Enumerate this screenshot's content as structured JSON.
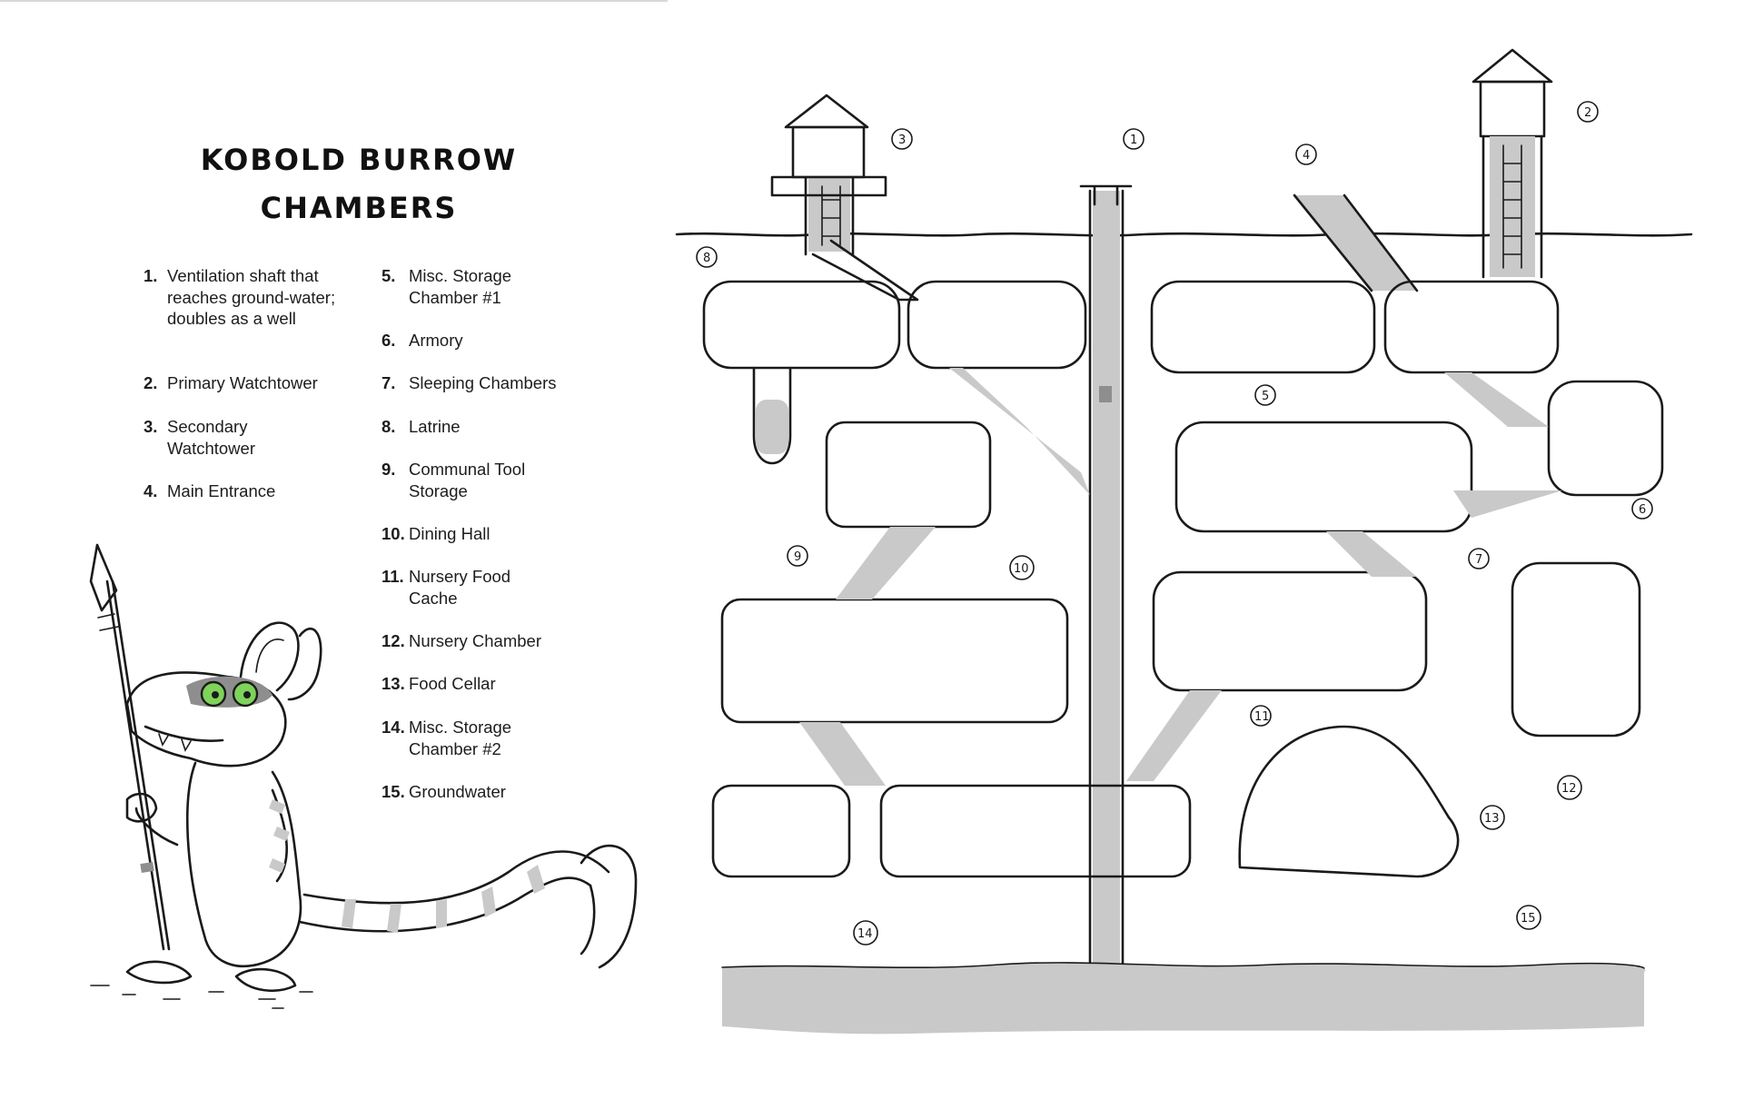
{
  "title": {
    "line1": "KOBOLD BURROW",
    "line2": "CHAMBERS"
  },
  "legend": [
    {
      "num": "1.",
      "text": "Ventilation shaft that reaches ground-water; doubles as a well"
    },
    {
      "num": "2.",
      "text": "Primary Watchtower"
    },
    {
      "num": "3.",
      "text": "Secondary Watchtower"
    },
    {
      "num": "4.",
      "text": "Main Entrance"
    },
    {
      "num": "5.",
      "text": "Misc. Storage Chamber #1"
    },
    {
      "num": "6.",
      "text": "Armory"
    },
    {
      "num": "7.",
      "text": "Sleeping Chambers"
    },
    {
      "num": "8.",
      "text": "Latrine"
    },
    {
      "num": "9.",
      "text": "Communal Tool Storage"
    },
    {
      "num": "10.",
      "text": "Dining Hall"
    },
    {
      "num": "11.",
      "text": "Nursery Food Cache"
    },
    {
      "num": "12.",
      "text": "Nursery Chamber"
    },
    {
      "num": "13.",
      "text": "Food Cellar"
    },
    {
      "num": "14.",
      "text": "Misc. Storage Chamber #2"
    },
    {
      "num": "15.",
      "text": "Groundwater"
    }
  ],
  "map_labels": [
    "1",
    "2",
    "3",
    "4",
    "5",
    "6",
    "7",
    "8",
    "9",
    "10",
    "11",
    "12",
    "13",
    "14",
    "15"
  ],
  "colors": {
    "ink": "#1a1a1a",
    "shade": "#c9c9c9",
    "dark_shade": "#8e8e8e",
    "kobold_eyes": "#7ed35a"
  }
}
